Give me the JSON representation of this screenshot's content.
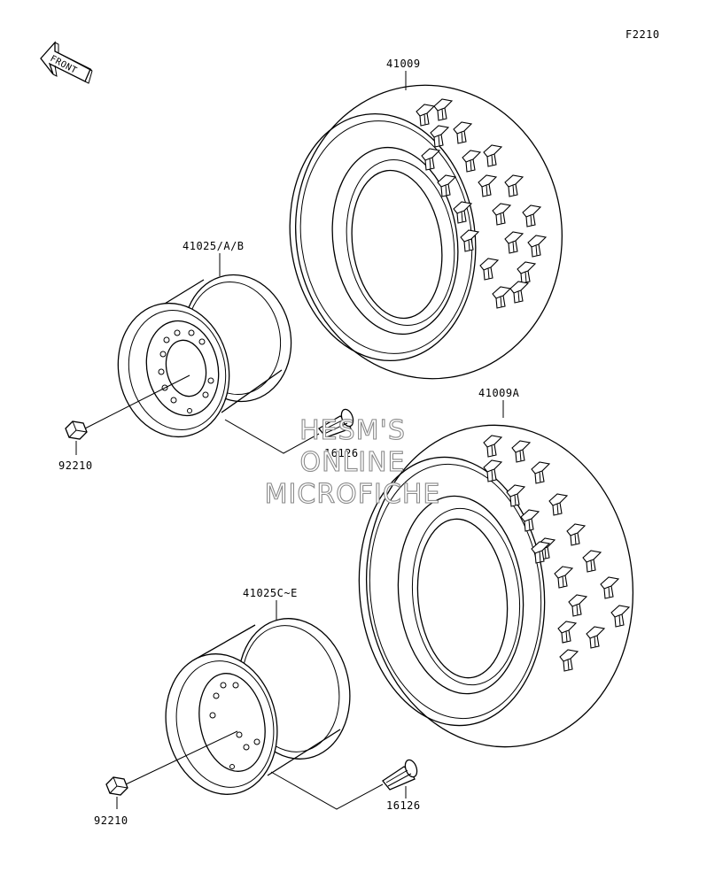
{
  "figure_code": "F2210",
  "front_arrow": {
    "label": "FRONT"
  },
  "parts": {
    "tire_front": {
      "number": "41009"
    },
    "tire_rear": {
      "number": "41009A"
    },
    "rim_front": {
      "number": "41025/A/B"
    },
    "rim_rear": {
      "number": "41025C~E"
    },
    "valve_front": {
      "number": "16126"
    },
    "valve_rear": {
      "number": "16126"
    },
    "nut_front": {
      "number": "92210"
    },
    "nut_rear": {
      "number": "92210"
    }
  },
  "watermark": {
    "lines": [
      "HESM'S",
      "ONLINE",
      "MICROFICHE"
    ]
  }
}
